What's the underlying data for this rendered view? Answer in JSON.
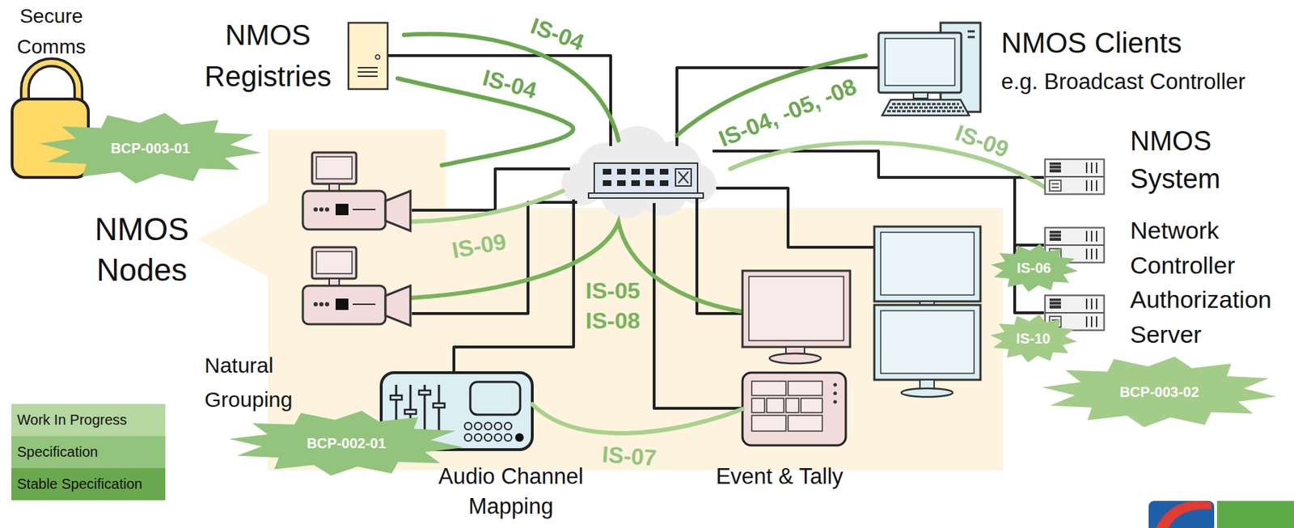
{
  "diagram": {
    "nodes": [
      {
        "text": [
          "Secure Comms"
        ]
      },
      {
        "text": [
          "BCP-003-01"
        ]
      },
      {
        "text": [
          "NMOS Registries"
        ]
      },
      {
        "text": [
          "NMOS Clients",
          "e.g. Broadcast Controller"
        ]
      },
      {
        "text": [
          "NMOS System"
        ]
      },
      {
        "text": [
          "NMOS Nodes"
        ]
      },
      {
        "text": [
          "Network Controller"
        ]
      },
      {
        "text": [
          "IS-06"
        ]
      },
      {
        "text": [
          "Authorization Server"
        ]
      },
      {
        "text": [
          "IS-10"
        ]
      },
      {
        "text": [
          "BCP-003-02"
        ]
      },
      {
        "text": [
          "BCP-002-01"
        ]
      },
      {
        "text": [
          "Audio Channel Mapping"
        ]
      },
      {
        "text": [
          "Event & Tally"
        ]
      }
    ],
    "edges": [
      {
        "from": 12,
        "to": 13,
        "arrow": "none",
        "label": "IS-07"
      }
    ],
    "labels": [
      "IS-04",
      "IS-04",
      "IS-04, -05, -08",
      "IS-09",
      "IS-09",
      "IS-05",
      "IS-08",
      "Natural Grouping"
    ],
    "legend": [
      {
        "text": "Work In Progress",
        "color": "#b5d7a0"
      },
      {
        "text": "Specification",
        "color": "#93c47d"
      },
      {
        "text": "Stable Specification",
        "color": "#6aa84f"
      }
    ]
  }
}
